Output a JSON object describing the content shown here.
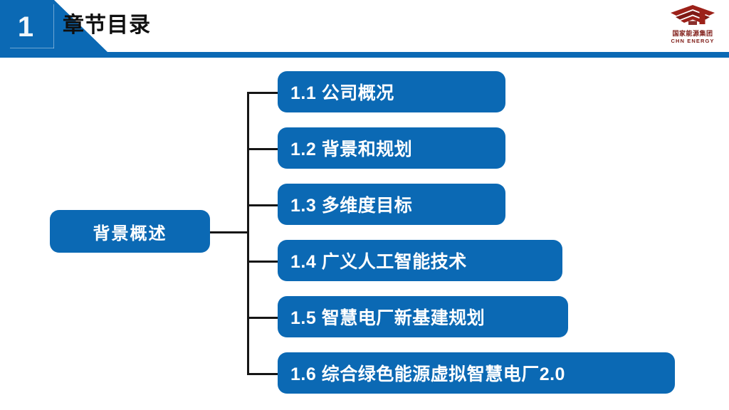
{
  "header": {
    "section_number": "1",
    "title": "章节目录",
    "accent_color": "#0B69B4",
    "rule_color": "#0B69B4"
  },
  "logo": {
    "name": "chn-energy-logo",
    "cn_text": "国家能源集团",
    "en_text": "CHN ENERGY",
    "color": "#7E1A15"
  },
  "diagram": {
    "type": "tree",
    "node_color": "#0B69B4",
    "line_color": "#161616",
    "root": {
      "label": "背景概述"
    },
    "children": [
      {
        "number": "1.1",
        "label": "公司概况",
        "text": "1.1 公司概况"
      },
      {
        "number": "1.2",
        "label": "背景和规划",
        "text": "1.2 背景和规划"
      },
      {
        "number": "1.3",
        "label": "多维度目标",
        "text": "1.3 多维度目标"
      },
      {
        "number": "1.4",
        "label": "广义人工智能技术",
        "text": "1.4 广义人工智能技术"
      },
      {
        "number": "1.5",
        "label": "智慧电厂新基建规划",
        "text": "1.5 智慧电厂新基建规划"
      },
      {
        "number": "1.6",
        "label": "综合绿色能源虚拟智慧电厂2.0",
        "text": "1.6 综合绿色能源虚拟智慧电厂2.0"
      }
    ]
  }
}
